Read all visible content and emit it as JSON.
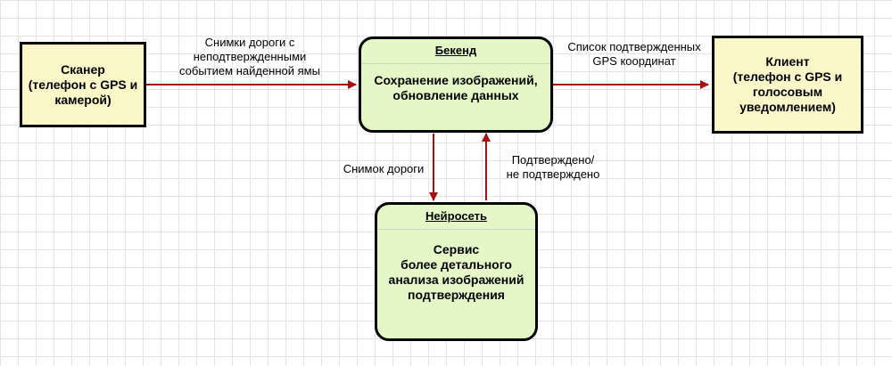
{
  "nodes": {
    "scanner": {
      "text": "Сканер\n(телефон с GPS и\nкамерой)"
    },
    "backend": {
      "title": "Бекенд",
      "body": "Сохранение изображений,\nобновление данных"
    },
    "client": {
      "text": "Клиент\n(телефон с GPS и\nголосовым\nуведомлением)"
    },
    "neural": {
      "title": "Нейросеть",
      "body": "Сервис\nболее детального\nанализа изображений\nподтверждения"
    }
  },
  "edges": {
    "scanner_to_backend": "Снимки дороги с\nнеподтвержденными\nсобытием найденной ямы",
    "backend_to_client": "Список подтвержденных\nGPS координат",
    "backend_to_neural": "Снимок дороги",
    "neural_to_backend": "Подтверждено/\nне подтверждено"
  },
  "colors": {
    "actor_fill": "#fbf7c8",
    "process_fill": "#e4f8c7",
    "arrow": "#a50f0f"
  }
}
